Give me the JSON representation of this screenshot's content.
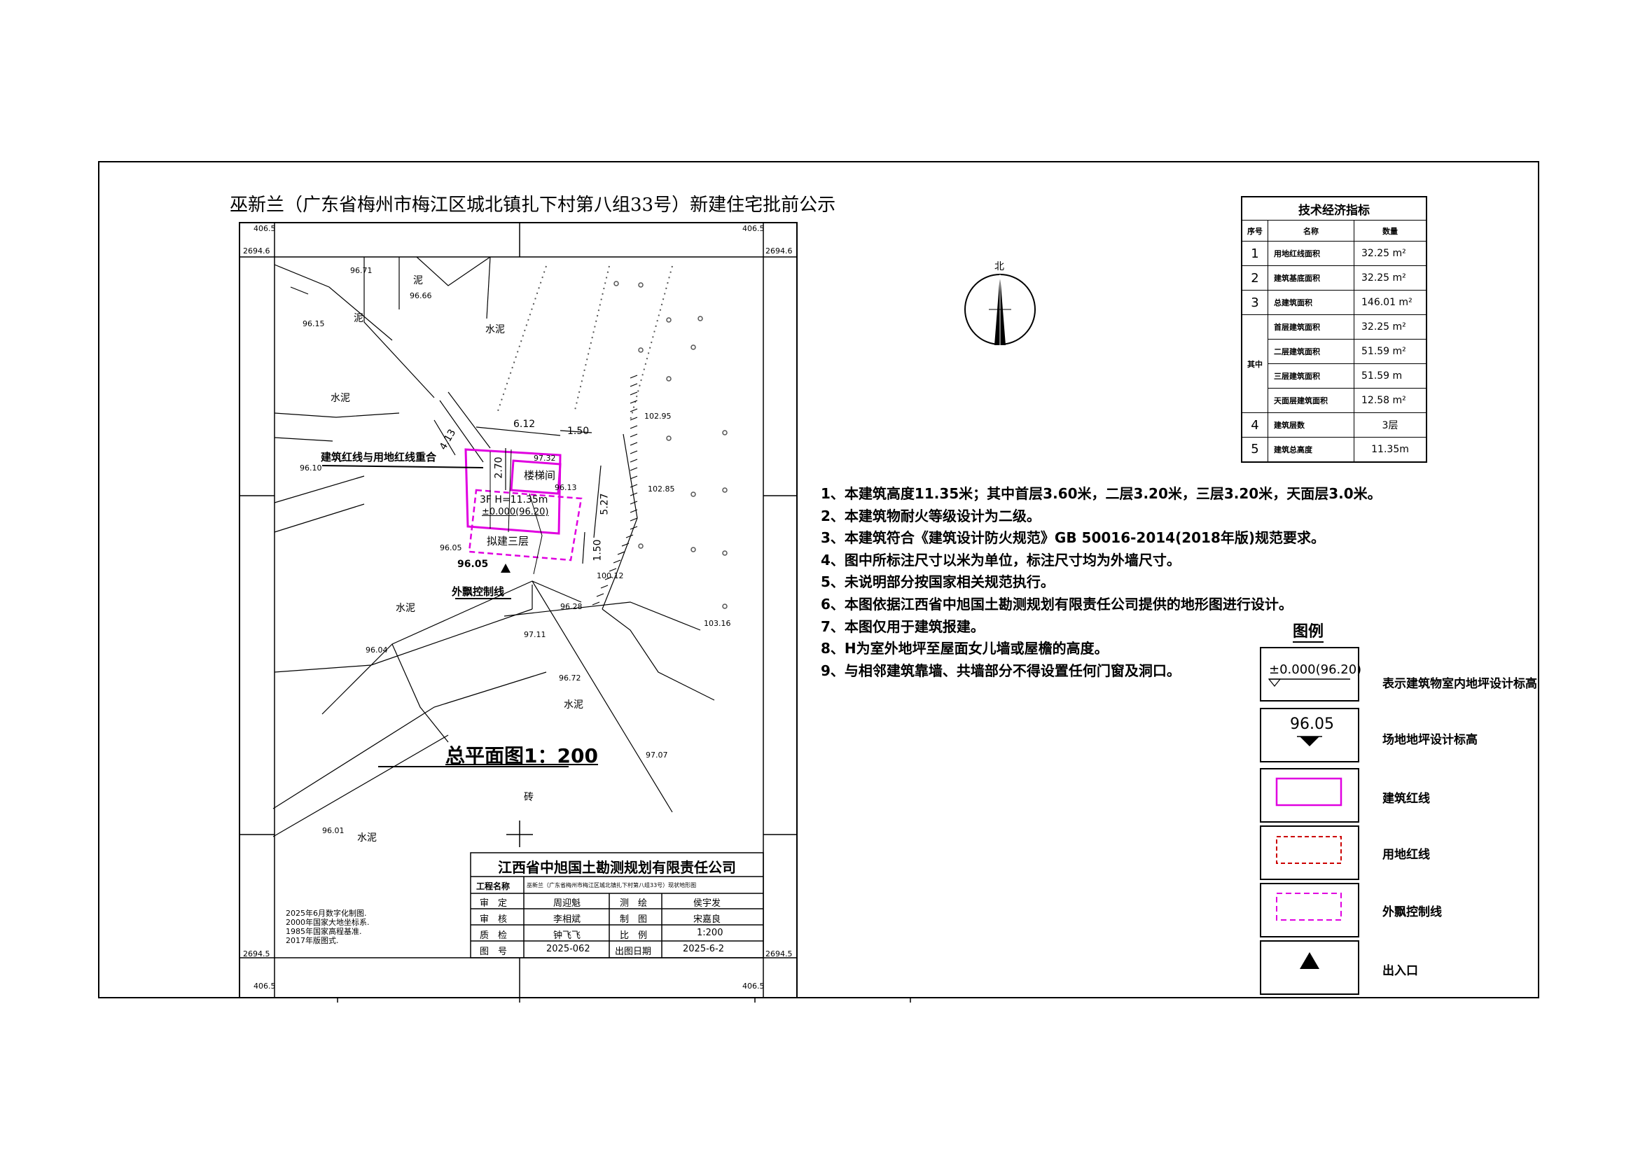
{
  "title": "巫新兰（广东省梅州市梅江区城北镇扎下村第八组33号）新建住宅批前公示",
  "north_label": "北",
  "tech_table": {
    "title": "技术经济指标",
    "headers": [
      "序号",
      "名称",
      "数量"
    ],
    "rows": [
      {
        "no": "1",
        "name": "用地红线面积",
        "value": "32.25 m²"
      },
      {
        "no": "2",
        "name": "建筑基底面积",
        "value": "32.25 m²"
      },
      {
        "no": "3",
        "name": "总建筑面积",
        "value": "146.01 m²"
      }
    ],
    "group_label": "其中",
    "sub_rows": [
      {
        "name": "首层建筑面积",
        "value": "32.25 m²"
      },
      {
        "name": "二层建筑面积",
        "value": "51.59 m²"
      },
      {
        "name": "三层建筑面积",
        "value": "51.59 m"
      },
      {
        "name": "天面层建筑面积",
        "value": "12.58 m²"
      }
    ],
    "tail_rows": [
      {
        "no": "4",
        "name": "建筑层数",
        "value": "3层"
      },
      {
        "no": "5",
        "name": "建筑总高度",
        "value": "11.35m"
      }
    ]
  },
  "notes": [
    "1、本建筑高度11.35米；其中首层3.60米，二层3.20米，三层3.20米，天面层3.0米。",
    "2、本建筑物耐火等级设计为二级。",
    "3、本建筑符合《建筑设计防火规范》GB 50016-2014(2018年版)规范要求。",
    "4、图中所标注尺寸以米为单位，标注尺寸均为外墙尺寸。",
    "5、未说明部分按国家相关规范执行。",
    "6、本图依据江西省中旭国土勘测规划有限责任公司提供的地形图进行设计。",
    "7、本图仅用于建筑报建。",
    "8、H为室外地坪至屋面女儿墙或屋檐的高度。",
    "9、与相邻建筑靠墙、共墙部分不得设置任何门窗及洞口。"
  ],
  "legend": {
    "title": "图例",
    "items": [
      {
        "symbol_text": "±0.000(96.20)",
        "label": "表示建筑物室内地坪设计标高"
      },
      {
        "symbol_text": "96.05",
        "label": "场地地坪设计标高"
      },
      {
        "symbol_text": "",
        "label": "建筑红线",
        "color": "#e000e0"
      },
      {
        "symbol_text": "",
        "label": "用地红线",
        "color": "#cc0000"
      },
      {
        "symbol_text": "",
        "label": "外飘控制线",
        "color": "#e000e0"
      },
      {
        "symbol_text": "",
        "label": "出入口"
      }
    ]
  },
  "map": {
    "grid_top_left_x": "406.5",
    "grid_top_right_x": "406.5",
    "grid_bottom_left_x": "406.5",
    "grid_bottom_right_x": "406.5",
    "grid_top_y": "2694.6",
    "grid_top_y_right": "2694.6",
    "grid_bottom_y": "2694.5",
    "grid_bottom_y_right": "2694.5",
    "elevations": [
      "96.71",
      "96.66",
      "96.15",
      "96.10",
      "102.95",
      "102.85",
      "96.05",
      "100.12",
      "96.28",
      "97.11",
      "103.16",
      "96.04",
      "96.72",
      "97.07",
      "96.01",
      "96.13",
      "97.32"
    ],
    "labels": {
      "cement1": "水泥",
      "cement2": "水泥",
      "cement3": "水泥",
      "cement4": "水泥",
      "cement5": "水泥",
      "brick": "砖",
      "mud1": "泥",
      "mud2": "泥",
      "boundary_note": "建筑红线与用地红线重合",
      "overhang_note": "外飘控制线",
      "stair": "楼梯间",
      "floors": "3F  H=11.35m",
      "base_elev": "±0.000(96.20)",
      "proposed": "拟建三层",
      "site_elev": "96.05",
      "dim_612": "6.12",
      "dim_150a": "1.50",
      "dim_270": "2.70",
      "dim_413": "4.13",
      "dim_527": "5.27",
      "dim_150b": "1.50",
      "plan_title": "总平面图1：200"
    },
    "survey_notes": [
      "2025年6月数字化制图.",
      "2000年国家大地坐标系.",
      "1985年国家高程基准.",
      "2017年版图式."
    ]
  },
  "title_block": {
    "company": "江西省中旭国土勘测规划有限责任公司",
    "project_label": "工程名称",
    "project_value": "巫新兰（广东省梅州市梅江区城北镇扎下村第八组33号）现状地形图",
    "rows": [
      [
        "审　定",
        "周迎魁",
        "测　绘",
        "侯宇发"
      ],
      [
        "审　核",
        "李相斌",
        "制　图",
        "宋嘉良"
      ],
      [
        "质　检",
        "钟飞飞",
        "比　例",
        "1:200"
      ],
      [
        "图　号",
        "2025-062",
        "出图日期",
        "2025-6-2"
      ]
    ]
  },
  "colors": {
    "building_line": "#e000e0",
    "land_line": "#cc0000",
    "ink": "#000000"
  }
}
